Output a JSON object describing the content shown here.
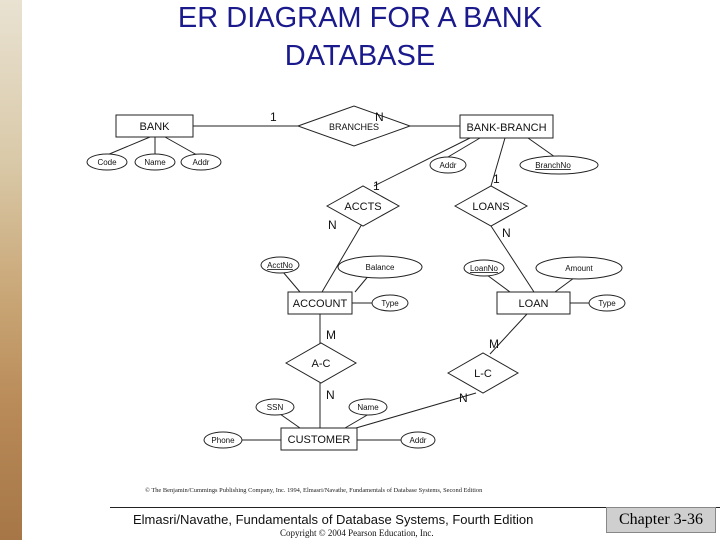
{
  "slide": {
    "title_line1": "ER DIAGRAM FOR A BANK",
    "title_line2": "DATABASE",
    "credit": "© The Benjamin/Cummings Publishing Company, Inc. 1994, Elmasri/Navathe, Fundamentals of Database Systems, Second Edition",
    "footer_main": "Elmasri/Navathe, Fundamentals of Database Systems, Fourth Edition",
    "footer_copyright": "Copyright © 2004 Pearson Education, Inc.",
    "chapter": "Chapter 3-36"
  },
  "diagram": {
    "entities": {
      "bank": "BANK",
      "bank_branch": "BANK-BRANCH",
      "account": "ACCOUNT",
      "loan": "LOAN",
      "customer": "CUSTOMER"
    },
    "relationships": {
      "branches": "BRANCHES",
      "accts": "ACCTS",
      "loans": "LOANS",
      "a_c": "A-C",
      "l_c": "L-C"
    },
    "attributes": {
      "bank_code": "Code",
      "bank_name": "Name",
      "bank_addr": "Addr",
      "branch_addr": "Addr",
      "branch_no": "BranchNo",
      "acct_no": "AcctNo",
      "balance": "Balance",
      "account_type": "Type",
      "loan_no": "LoanNo",
      "amount": "Amount",
      "loan_type": "Type",
      "ssn": "SSN",
      "customer_name": "Name",
      "phone": "Phone",
      "customer_addr": "Addr"
    },
    "cardinalities": {
      "branches_bank": "1",
      "branches_branch": "N",
      "accts_branch": "1",
      "accts_account": "N",
      "loans_branch": "1",
      "loans_loan": "N",
      "ac_account": "M",
      "ac_customer": "N",
      "lc_loan": "M",
      "lc_customer": "N"
    }
  }
}
